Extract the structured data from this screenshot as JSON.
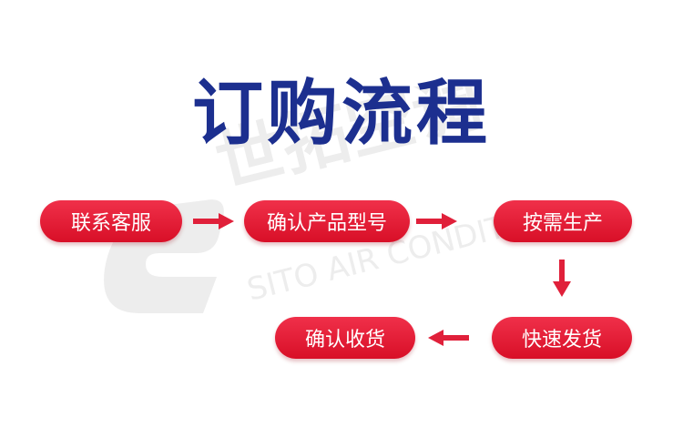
{
  "title": "订购流程",
  "watermark": {
    "brand_cn": "世拓空调",
    "brand_en": "SITO AIR CONDITION"
  },
  "steps": [
    {
      "label": "联系客服"
    },
    {
      "label": "确认产品型号"
    },
    {
      "label": "按需生产"
    },
    {
      "label": "快速发货"
    },
    {
      "label": "确认收货"
    }
  ],
  "colors": {
    "title": "#1c2f8f",
    "step_fill": "#e21d35",
    "arrow": "#e0203a",
    "watermark": "#d9d9d9"
  }
}
